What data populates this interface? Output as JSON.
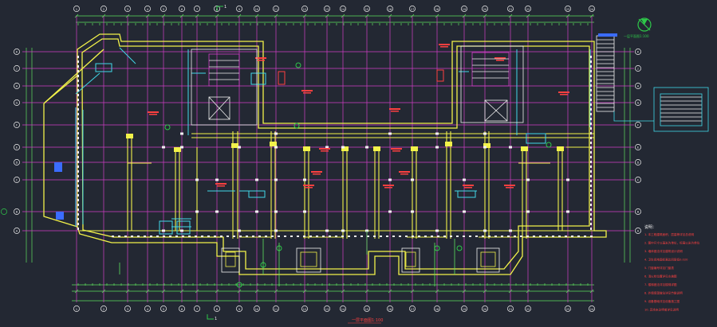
{
  "drawing": {
    "title": "一层平面图1:100",
    "section_mark_label": "1",
    "stair_note": "—层平面图1:100"
  },
  "axes": {
    "top_bubbles": [
      "1",
      "2",
      "3",
      "4",
      "5",
      "6",
      "7",
      "8",
      "9",
      "10",
      "11",
      "12",
      "13",
      "14",
      "15",
      "16",
      "17",
      "18",
      "19",
      "20",
      "21",
      "22",
      "23",
      "24"
    ],
    "left_bubbles": [
      "K",
      "J",
      "H",
      "G",
      "F",
      "E",
      "D",
      "C",
      "B",
      "A"
    ],
    "right_bubbles": [
      "K",
      "J",
      "H",
      "G",
      "F",
      "E",
      "D",
      "C",
      "B",
      "A"
    ]
  },
  "notes": {
    "heading": "说明：",
    "lines": [
      "1. 本工程建筑面积、层高等详见总说明",
      "2. 图中尺寸以毫米为单位，标高以米为单位",
      "3. 墙体做法详见建筑设计说明",
      "4. 卫生间地面标高比同层低0.020",
      "5. 门窗编号详见门窗表",
      "6. 消火栓位置详见水施图",
      "7. 楼梯做法详见楼梯详图",
      "8. 外墙保温做法详见节能说明",
      "9. 设备基础详见设备施工图",
      "10. 其余未注明者详见说明"
    ]
  },
  "colors": {
    "background": "#232833",
    "axis": "#d23ec8",
    "wall": "#f2f24a",
    "column": "#f2f24a",
    "dim": "#5ee05e",
    "door": "#40d8e8",
    "text_red": "#ff4040",
    "white": "#f0f0f0",
    "blue": "#3b6cff",
    "north": "#2ec84a"
  },
  "icons": [
    "north-arrow-icon",
    "stair-icon",
    "elevator-icon"
  ]
}
